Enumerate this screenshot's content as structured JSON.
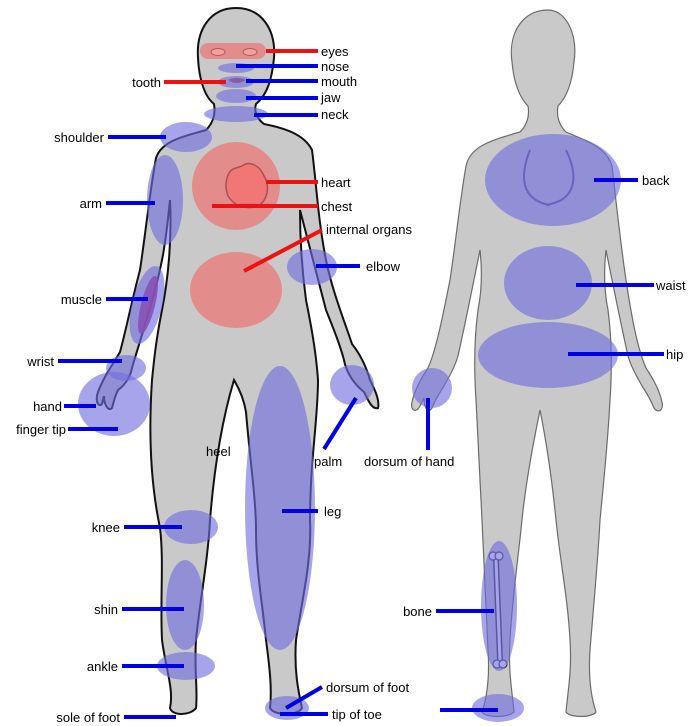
{
  "labels": {
    "eyes": "eyes",
    "nose": "nose",
    "tooth": "tooth",
    "mouth": "mouth",
    "jaw": "jaw",
    "neck": "neck",
    "shoulder": "shoulder",
    "heart": "heart",
    "arm": "arm",
    "chest": "chest",
    "internal_organs": "internal organs",
    "elbow": "elbow",
    "muscle": "muscle",
    "wrist": "wrist",
    "hand": "hand",
    "finger_tip": "finger tip",
    "heel": "heel",
    "palm": "palm",
    "dorsum_of_hand": "dorsum of hand",
    "leg": "leg",
    "knee": "knee",
    "shin": "shin",
    "ankle": "ankle",
    "dorsum_of_foot": "dorsum of foot",
    "sole_of_foot": "sole of foot",
    "tip_of_toe": "tip of toe",
    "back": "back",
    "waist": "waist",
    "hip": "hip",
    "bone": "bone"
  },
  "colors": {
    "highlight_blue": "#6f6ee0",
    "highlight_red": "#ef6c6c",
    "leader_blue": "#0000e6",
    "leader_red": "#ee1111",
    "body_fill": "#c9c9c9"
  }
}
